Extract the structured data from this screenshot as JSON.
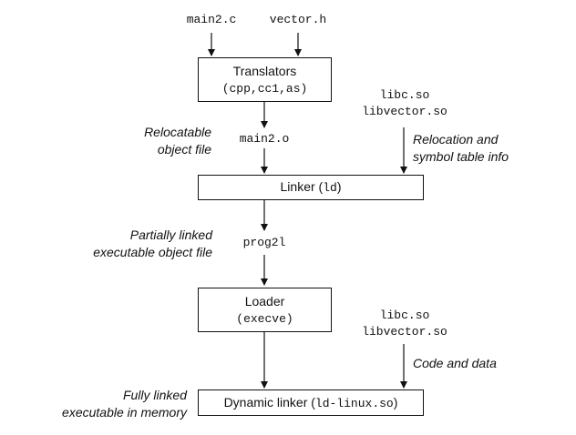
{
  "inputs": {
    "main_c": "main2.c",
    "vector_h": "vector.h"
  },
  "translators": {
    "title": "Translators",
    "tools": "(cpp,cc1,as)"
  },
  "libs_top": {
    "libc": "libc.so",
    "libvector": "libvector.so"
  },
  "relocatable": {
    "line1": "Relocatable",
    "line2": "object file",
    "file": "main2.o"
  },
  "reloc_info": {
    "line1": "Relocation and",
    "line2": "symbol table info"
  },
  "linker": {
    "label": "Linker (",
    "cmd": "ld",
    "close": ")"
  },
  "partial": {
    "line1": "Partially linked",
    "line2": "executable object file",
    "file": "prog2l"
  },
  "loader": {
    "title": "Loader",
    "call": "(execve)"
  },
  "libs_bottom": {
    "libc": "libc.so",
    "libvector": "libvector.so"
  },
  "code_data": "Code and data",
  "fully_linked": {
    "line1": "Fully linked",
    "line2": "executable in memory"
  },
  "dyn_linker": {
    "label": "Dynamic linker (",
    "cmd": "ld-linux.so",
    "close": ")"
  }
}
